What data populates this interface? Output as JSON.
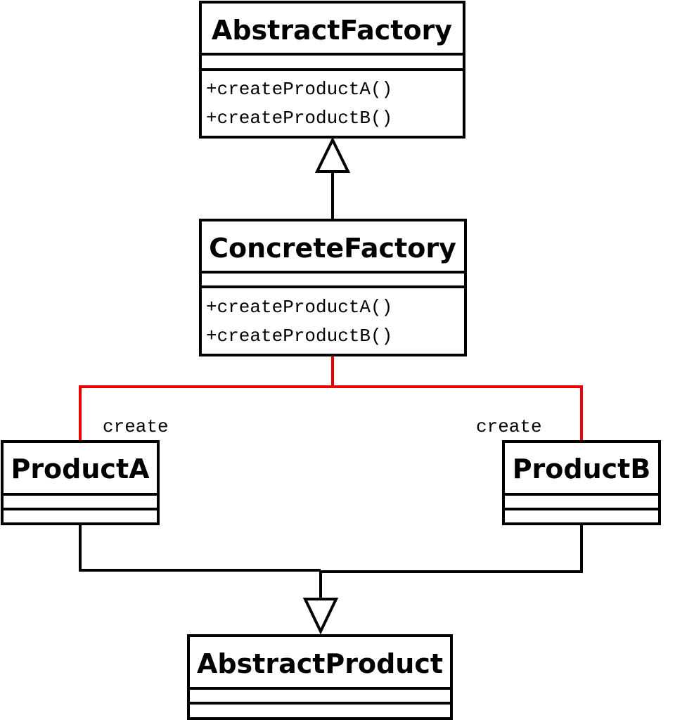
{
  "classes": {
    "abstract_factory": {
      "name": "AbstractFactory",
      "operations": [
        "+createProductA()",
        "+createProductB()"
      ]
    },
    "concrete_factory": {
      "name": "ConcreteFactory",
      "operations": [
        "+createProductA()",
        "+createProductB()"
      ]
    },
    "product_a": {
      "name": "ProductA"
    },
    "product_b": {
      "name": "ProductB"
    },
    "abstract_product": {
      "name": "AbstractProduct"
    }
  },
  "relations": {
    "create_a_label": "create",
    "create_b_label": "create",
    "create_color": "#ee0000",
    "line_color": "#000000"
  }
}
